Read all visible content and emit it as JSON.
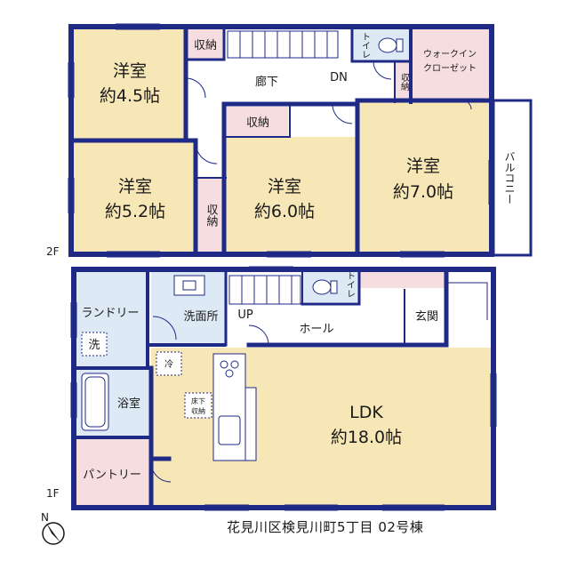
{
  "floors": {
    "second_label": "2F",
    "first_label": "1F"
  },
  "rooms_2f": {
    "western_1": {
      "name": "洋室",
      "size": "約4.5帖"
    },
    "western_2": {
      "name": "洋室",
      "size": "約5.2帖"
    },
    "western_3": {
      "name": "洋室",
      "size": "約6.0帖"
    },
    "western_4": {
      "name": "洋室",
      "size": "約7.0帖"
    },
    "closet_top": "収納",
    "closet_mid": "収納",
    "closet_side_v": "収納",
    "closet_wic_v": "収納",
    "hallway": "廊下",
    "down": "DN",
    "toilet_v": "トイレ",
    "walkin_line1": "ウォークイン",
    "walkin_line2": "クローゼット",
    "balcony_v": "バルコニー"
  },
  "rooms_1f": {
    "laundry": "ランドリー",
    "washer": "洗",
    "washroom": "洗面所",
    "up": "UP",
    "hall": "ホール",
    "entrance": "玄関",
    "toilet_v": "トイレ",
    "fridge": "冷",
    "underfloor_1": "床下",
    "underfloor_2": "収納",
    "bath": "浴室",
    "pantry": "パントリー",
    "ldk_name": "LDK",
    "ldk_size": "約18.0帖"
  },
  "caption": "花見川区検見川町5丁目  02号棟",
  "compass": "N",
  "colors": {
    "wall": "#1f2a86",
    "room_floor": "#f7e6b6",
    "storage_floor": "#f6dde0",
    "wet_floor": "#dde9f5",
    "hall_floor": "#ffffff"
  }
}
